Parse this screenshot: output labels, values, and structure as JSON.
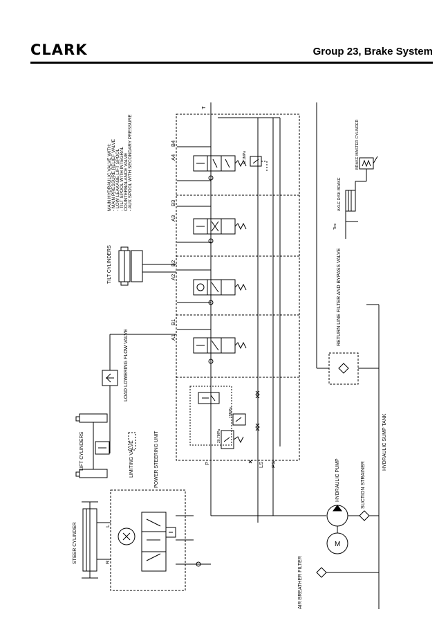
{
  "header": {
    "logo": "CLARK",
    "title": "Group 23, Brake System"
  },
  "diagram": {
    "main_valve_label": [
      "MAIN HYDRAULIC VALVE WITH:",
      "- MAIN PRESSURE RELIEF VALVE",
      "- LOW LEAKAGE LIFT SPOOL",
      "- TILT SPOOL WITH INTEGRAL",
      "  COUNTERBALANCE VALVE",
      "- AUX SPOOL WITH SECONDARY PRESSURE"
    ],
    "ports": [
      "A4",
      "B4",
      "A3",
      "B3",
      "A2",
      "B2",
      "A1",
      "B1",
      "T",
      "P",
      "LS",
      "PS",
      "L",
      "R"
    ],
    "labels": {
      "tilt": "TILT CYLINDERS",
      "load_lowering": "LOAD LOWERING FLOW VALVE",
      "lift": "LIFT CYLINDERS",
      "limiting": "LIMITING VALVE",
      "power_steering": "POWER STEERING UNIT",
      "steer": "STEER CYLINDER",
      "air_breather": "AIR BREATHER FILTER",
      "hydraulic_pump": "HYDRAULIC PUMP",
      "suction_strainer": "SUCTION STRAINER",
      "sump_tank": "HYDRAULIC SUMP TANK",
      "return_filter": "RETURN LINE FILTER AND BYPASS VALVE",
      "brake_master": "BRAKE MASTER CYLINDER",
      "axle_brake": "AXLE DISK BRAKE",
      "tire": "Tire"
    },
    "pressures": [
      "13.1MPa",
      "19MPa",
      "20.7MPa"
    ],
    "motor_symbol": "M"
  }
}
